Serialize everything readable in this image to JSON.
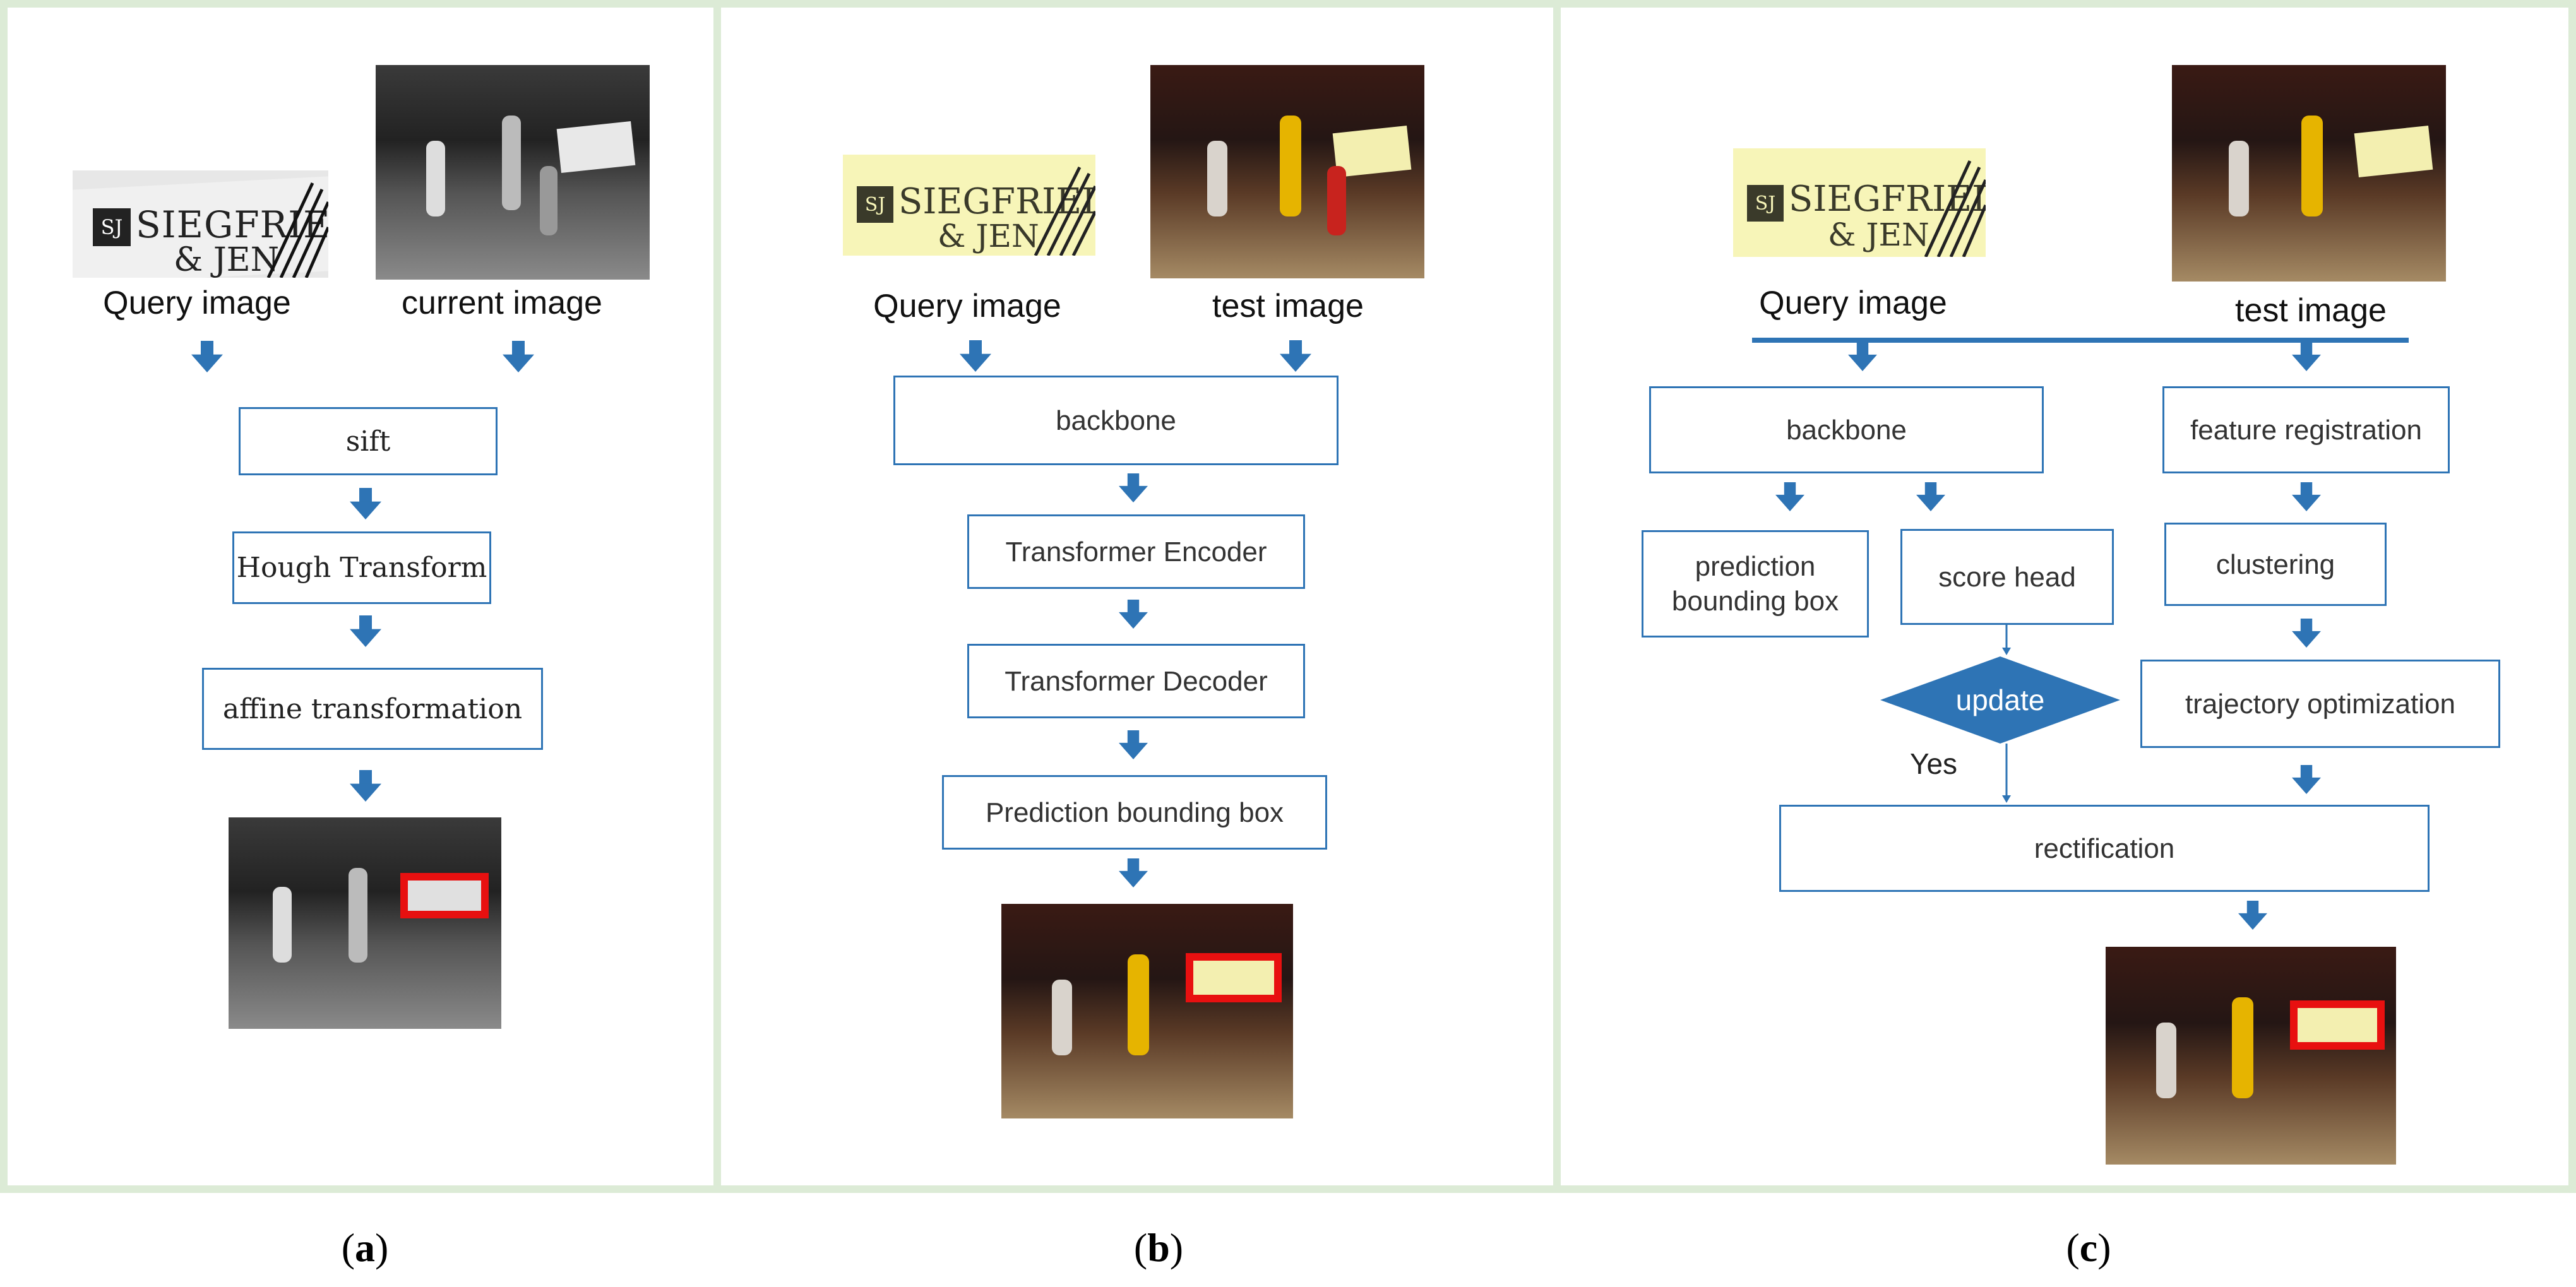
{
  "panels": {
    "a": {
      "caption_open": "(",
      "caption_letter": "a",
      "caption_close": ")",
      "query_label": "Query image",
      "current_label": "current image",
      "steps": [
        "sift",
        "Hough Transform",
        "affine transformation"
      ]
    },
    "b": {
      "caption_open": "(",
      "caption_letter": "b",
      "caption_close": ")",
      "query_label": "Query image",
      "test_label": "test image",
      "steps": [
        "backbone",
        "Transformer Encoder",
        "Transformer Decoder",
        "Prediction bounding box"
      ]
    },
    "c": {
      "caption_open": "(",
      "caption_letter": "c",
      "caption_close": ")",
      "query_label": "Query image",
      "test_label": "test image",
      "backbone": "backbone",
      "feature_registration": "feature registration",
      "prediction_box": "prediction bounding box",
      "score_head": "score head",
      "clustering": "clustering",
      "update": "update",
      "trajectory": "trajectory optimization",
      "yes": "Yes",
      "rectification": "rectification"
    }
  },
  "sign_text": {
    "logo": "SJ",
    "line1": "SIEGFRIED",
    "line2": "& JEN"
  },
  "colors": {
    "arrow": "#2e74b5",
    "panel_border": "#dcebd6",
    "box_border": "#2e74b5",
    "detection_box": "#e81010",
    "update_fill": "#2e74b5"
  }
}
